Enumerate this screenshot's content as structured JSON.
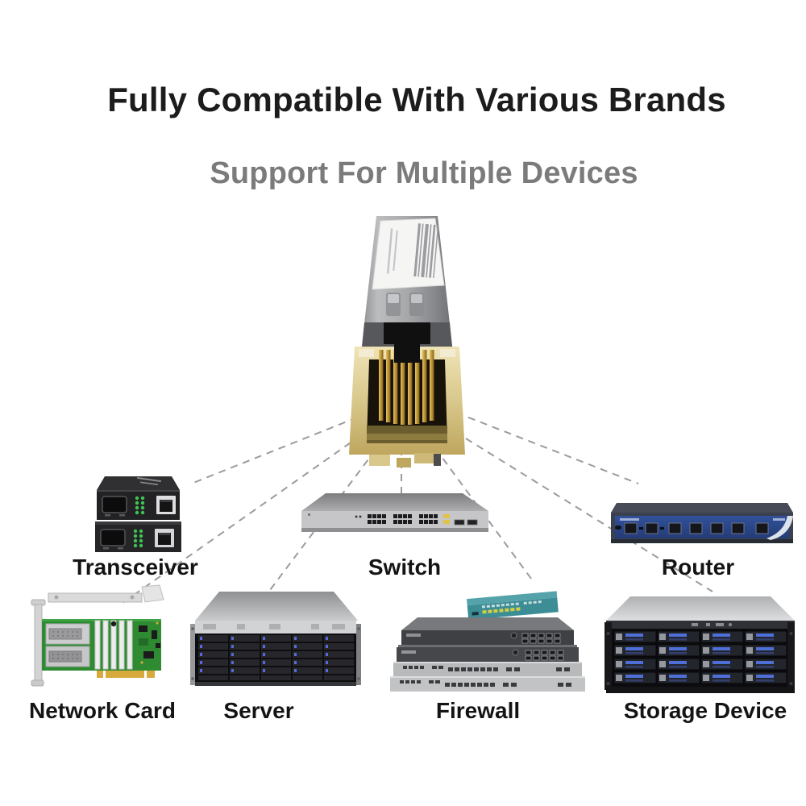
{
  "header": {
    "title": "Fully Compatible With Various Brands",
    "subtitle": "Support For Multiple Devices"
  },
  "hub": {
    "name": "sfp-rj45-copper-transceiver-module"
  },
  "devices": [
    {
      "id": "transceiver",
      "label": "Transceiver"
    },
    {
      "id": "switch",
      "label": "Switch"
    },
    {
      "id": "router",
      "label": "Router"
    },
    {
      "id": "network-card",
      "label": "Network Card"
    },
    {
      "id": "server",
      "label": "Server"
    },
    {
      "id": "firewall",
      "label": "Firewall"
    },
    {
      "id": "storage-device",
      "label": "Storage Device"
    }
  ],
  "connections": [
    {
      "from": "module",
      "to": "transceiver"
    },
    {
      "from": "module",
      "to": "network-card"
    },
    {
      "from": "module",
      "to": "server"
    },
    {
      "from": "module",
      "to": "switch"
    },
    {
      "from": "module",
      "to": "firewall"
    },
    {
      "from": "module",
      "to": "router"
    },
    {
      "from": "module",
      "to": "storage-device"
    }
  ],
  "colors": {
    "title_text": "#1c1c1c",
    "subtitle_text": "#7b7b7b",
    "label_text": "#141414",
    "connector_line": "#9b9b9b",
    "module_gold": "#d9c88c",
    "module_silver": "#a7a8aa",
    "led_green": "#3ec454",
    "router_panel_blue": "#2c4a8e",
    "firewall_teal": "#3c8d95",
    "pcb_green": "#2e8b31",
    "drive_led_blue": "#4f6fd8",
    "uplink_yellow": "#e0c24a"
  }
}
